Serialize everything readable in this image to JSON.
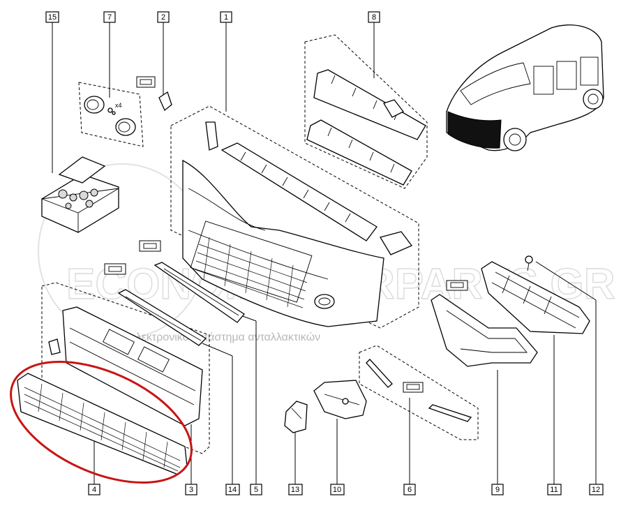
{
  "watermark": {
    "main": "ECONOMY CARPARTS.GR",
    "sub": "μεγαλύτερο ηλεκτρονικό κατάστημα ανταλλακτικών"
  },
  "callouts": {
    "c1": "1",
    "c2": "2",
    "c3": "3",
    "c4": "4",
    "c5": "5",
    "c6": "6",
    "c7": "7",
    "c8": "8",
    "c9": "9",
    "c10": "10",
    "c11": "11",
    "c12": "12",
    "c13": "13",
    "c14": "14",
    "c15": "15"
  },
  "part7_qty": "x4",
  "colors": {
    "line": "#000000",
    "highlight": "#c81414",
    "watermark": "#bdbdbd",
    "car_front": "#111111"
  }
}
